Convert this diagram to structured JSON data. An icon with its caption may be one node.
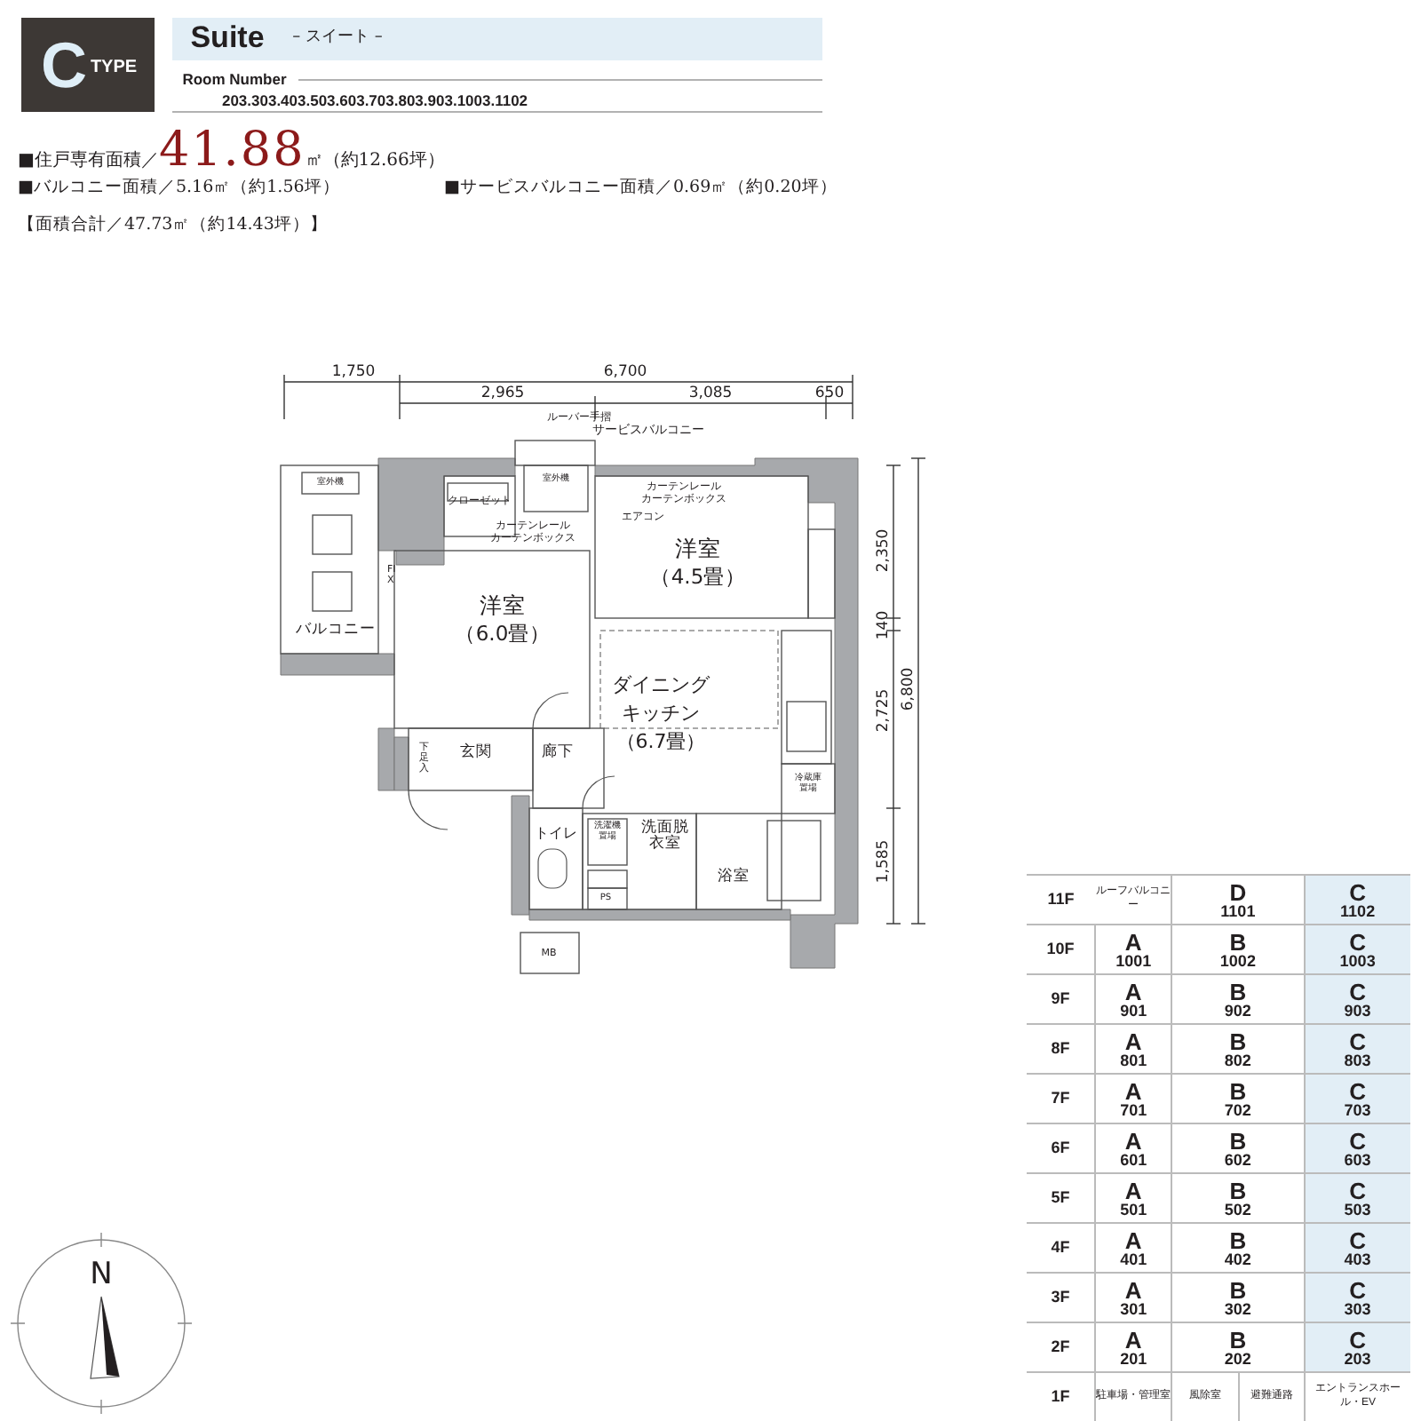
{
  "diagram": {
    "labels": [
      "C",
      "TYPE",
      "Suite",
      "– スイート –",
      "Room Number",
      "203.303.403.503.603.703.803.903.1003.1102",
      "■住戸専有面積／",
      "41.88",
      "㎡（約12.66坪）",
      "■バルコニー面積／5.16㎡（約1.56坪）",
      "■サービスバルコニー面積／0.69㎡（約0.20坪）",
      "【面積合計／47.73㎡（約14.43坪）】",
      "1,750",
      "6,700",
      "2,965",
      "3,085",
      "650",
      "ルーバー手摺",
      "サービスバルコニー",
      "室外機",
      "室外機",
      "クローゼット",
      "カーテンレール",
      "カーテンボックス",
      "カーテンレール",
      "カーテンボックス",
      "エアコン",
      "洋室",
      "（4.5畳）",
      "洋室",
      "（6.0畳）",
      "FIX",
      "バルコニー",
      "ダイニング",
      "キッチン",
      "（6.7畳）",
      "下足入",
      "玄関",
      "廊下",
      "冷蔵庫置場",
      "トイレ",
      "洗濯機置場",
      "洗面脱衣室",
      "浴室",
      "PS",
      "MB",
      "2,350",
      "140",
      "2,725",
      "6,800",
      "1,585",
      "N",
      "11F",
      "ルーフバルコニー",
      "D",
      "1101",
      "C",
      "1102",
      "10F",
      "A",
      "1001",
      "B",
      "1002",
      "C",
      "1003",
      "9F",
      "A",
      "901",
      "B",
      "902",
      "C",
      "903",
      "8F",
      "A",
      "801",
      "B",
      "802",
      "C",
      "803",
      "7F",
      "A",
      "701",
      "B",
      "702",
      "C",
      "703",
      "6F",
      "A",
      "601",
      "B",
      "602",
      "C",
      "603",
      "5F",
      "A",
      "501",
      "B",
      "502",
      "C",
      "503",
      "4F",
      "A",
      "401",
      "B",
      "402",
      "C",
      "403",
      "3F",
      "A",
      "301",
      "B",
      "302",
      "C",
      "303",
      "2F",
      "A",
      "201",
      "B",
      "202",
      "C",
      "203",
      "1F",
      "駐車場・管理室",
      "風除室",
      "避難通路",
      "エントランスホール・EV"
    ]
  }
}
